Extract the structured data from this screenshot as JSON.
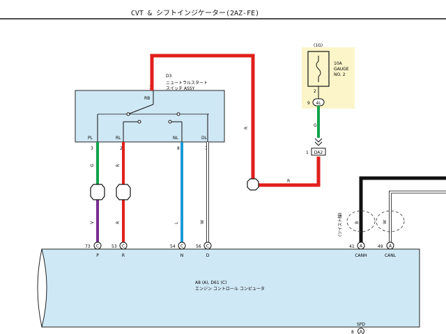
{
  "header": {
    "title": "CVT & シフトインジケーター(2AZ-FE)"
  },
  "colors": {
    "red": "#e0201c",
    "green": "#11a34a",
    "blue": "#1e9ad6",
    "purple": "#7a2d91",
    "black": "#111111",
    "component_fill": "#cfe8f5",
    "fuse_fill": "#fbf5c9"
  },
  "fuse": {
    "ref": "(1G)",
    "rating": "10A",
    "name_line1": "GAUGE",
    "name_line2": "NO. 2",
    "pin": "2",
    "connector": "4L",
    "connector_pin": "9"
  },
  "switch": {
    "ref": "D3",
    "name_line1": "ニュートラルスタート",
    "name_line2": "スイッチ ASSY",
    "top_pin": "1",
    "top_label": "RB",
    "terminals": [
      {
        "label": "PL",
        "pin": "3"
      },
      {
        "label": "RL",
        "pin": "2"
      },
      {
        "label": "NL",
        "pin": "8"
      },
      {
        "label": "DL",
        "pin": "7"
      }
    ]
  },
  "junction": {
    "pin": "1",
    "id": "DA2"
  },
  "wires": {
    "feed_color": "R",
    "fuse_color": "G",
    "bottom_color": "R",
    "pl": [
      "G",
      "V"
    ],
    "rl": [
      "R",
      "R"
    ],
    "nl": "L",
    "dl": "W"
  },
  "ecu": {
    "name_line1": "A8 (A), D61 (C)",
    "name_line2": "エンジン コントロール コンピュータ",
    "pins": [
      {
        "num": "73",
        "conn": "C",
        "signal": "P"
      },
      {
        "num": "53",
        "conn": "C",
        "signal": "R"
      },
      {
        "num": "54",
        "conn": "C",
        "signal": "N"
      },
      {
        "num": "56",
        "conn": "C",
        "signal": "D"
      },
      {
        "num": "41",
        "conn": "A",
        "signal": "CANH"
      },
      {
        "num": "49",
        "conn": "A",
        "signal": "CANL"
      }
    ],
    "spd_label": "SPD",
    "spd_pin": "8",
    "spd_conn": "A"
  },
  "can": {
    "twisted_label": "(ツイスト線)",
    "canh_color": "B",
    "canl_color": "W"
  }
}
